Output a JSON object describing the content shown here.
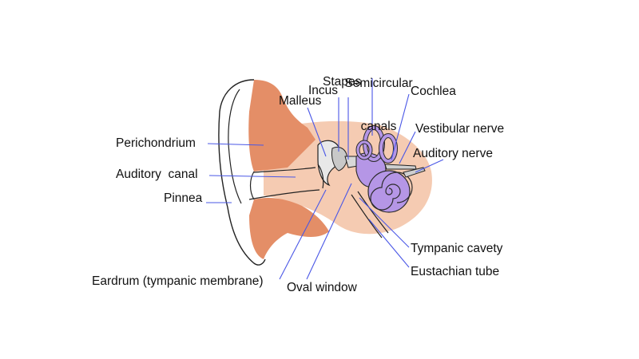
{
  "colors": {
    "skin": "#E48E67",
    "skin_light": "#F5CBB2",
    "inner_ear": "#B596E6",
    "inner_ear_stroke": "#2a2a2a",
    "leader_lines": "#4a57e6",
    "outline": "#222222"
  },
  "labels": {
    "semicircular_canals_line1": "Semicircular",
    "semicircular_canals_line2": "canals",
    "stapes": "Stapes",
    "incus": "Incus",
    "malleus": "Malleus",
    "cochlea": "Cochlea",
    "vestibular_nerve": "Vestibular nerve",
    "auditory_nerve": "Auditory nerve",
    "perichondrium": "Perichondrium",
    "auditory_canal": "Auditory  canal",
    "pinnea": "Pinnea",
    "tympanic_cavety": "Tympanic cavety",
    "eustachian_tube": "Eustachian tube",
    "eardrum": "Eardrum (tympanic membrane)",
    "oval_window": "Oval window"
  }
}
